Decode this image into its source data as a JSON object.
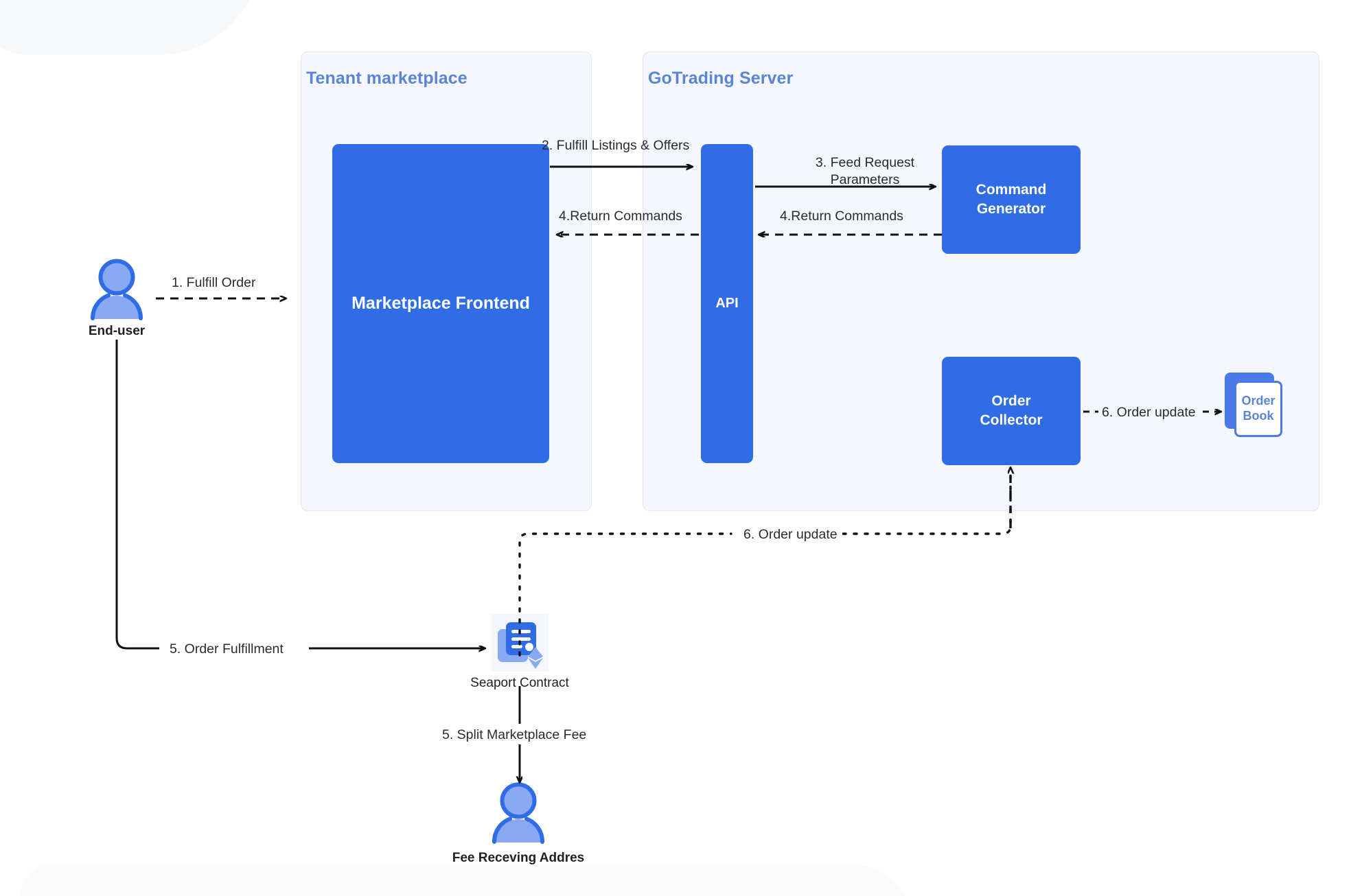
{
  "diagram": {
    "title": "GoTrading order fulfillment flow",
    "colors": {
      "primary_blue": "#2f6ce5",
      "panel_bg": "#f4f7fd",
      "panel_title": "#5b84d8",
      "avatar_light": "#8aa9f5",
      "avatar_stroke": "#2f6ce5",
      "line": "#111111",
      "card_blue": "#4a7ae8"
    }
  },
  "panels": [
    {
      "id": "tenant",
      "title": "Tenant marketplace"
    },
    {
      "id": "gotrading",
      "title": "GoTrading Server"
    }
  ],
  "nodes": {
    "end_user": {
      "label": "End-user",
      "icon": "user-avatar-icon"
    },
    "marketplace_frontend": {
      "label": "Marketplace Frontend"
    },
    "api": {
      "label": "API"
    },
    "command_generator": {
      "label_line1": "Command",
      "label_line2": "Generator"
    },
    "order_collector": {
      "label_line1": "Order",
      "label_line2": "Collector"
    },
    "order_book": {
      "label_line1": "Order",
      "label_line2": "Book",
      "icon": "stacked-cards-icon"
    },
    "seaport_contract": {
      "label": "Seaport Contract",
      "icon": "contract-document-icon"
    },
    "fee_receiving_address": {
      "label": "Fee Receving Addres",
      "icon": "user-avatar-icon"
    }
  },
  "edges": {
    "fulfill_order": {
      "label": "1. Fulfill Order",
      "style": "dashed"
    },
    "fulfill_listings": {
      "label": "2. Fulfill Listings & Offers",
      "style": "solid"
    },
    "return_commands_api_to_frontend": {
      "label": "4.Return Commands",
      "style": "dashed"
    },
    "feed_request": {
      "label_line1": "3. Feed Request",
      "label_line2": "Parameters",
      "style": "solid"
    },
    "return_commands_cmd_to_api": {
      "label": "4.Return Commands",
      "style": "dashed"
    },
    "order_update_book": {
      "label": "6. Order update",
      "style": "dashed"
    },
    "order_update_collector": {
      "label": "6. Order update",
      "style": "dotted"
    },
    "order_fulfillment": {
      "label": "5. Order Fulfillment",
      "style": "solid"
    },
    "split_fee": {
      "label": "5. Split Marketplace Fee",
      "style": "solid"
    }
  }
}
